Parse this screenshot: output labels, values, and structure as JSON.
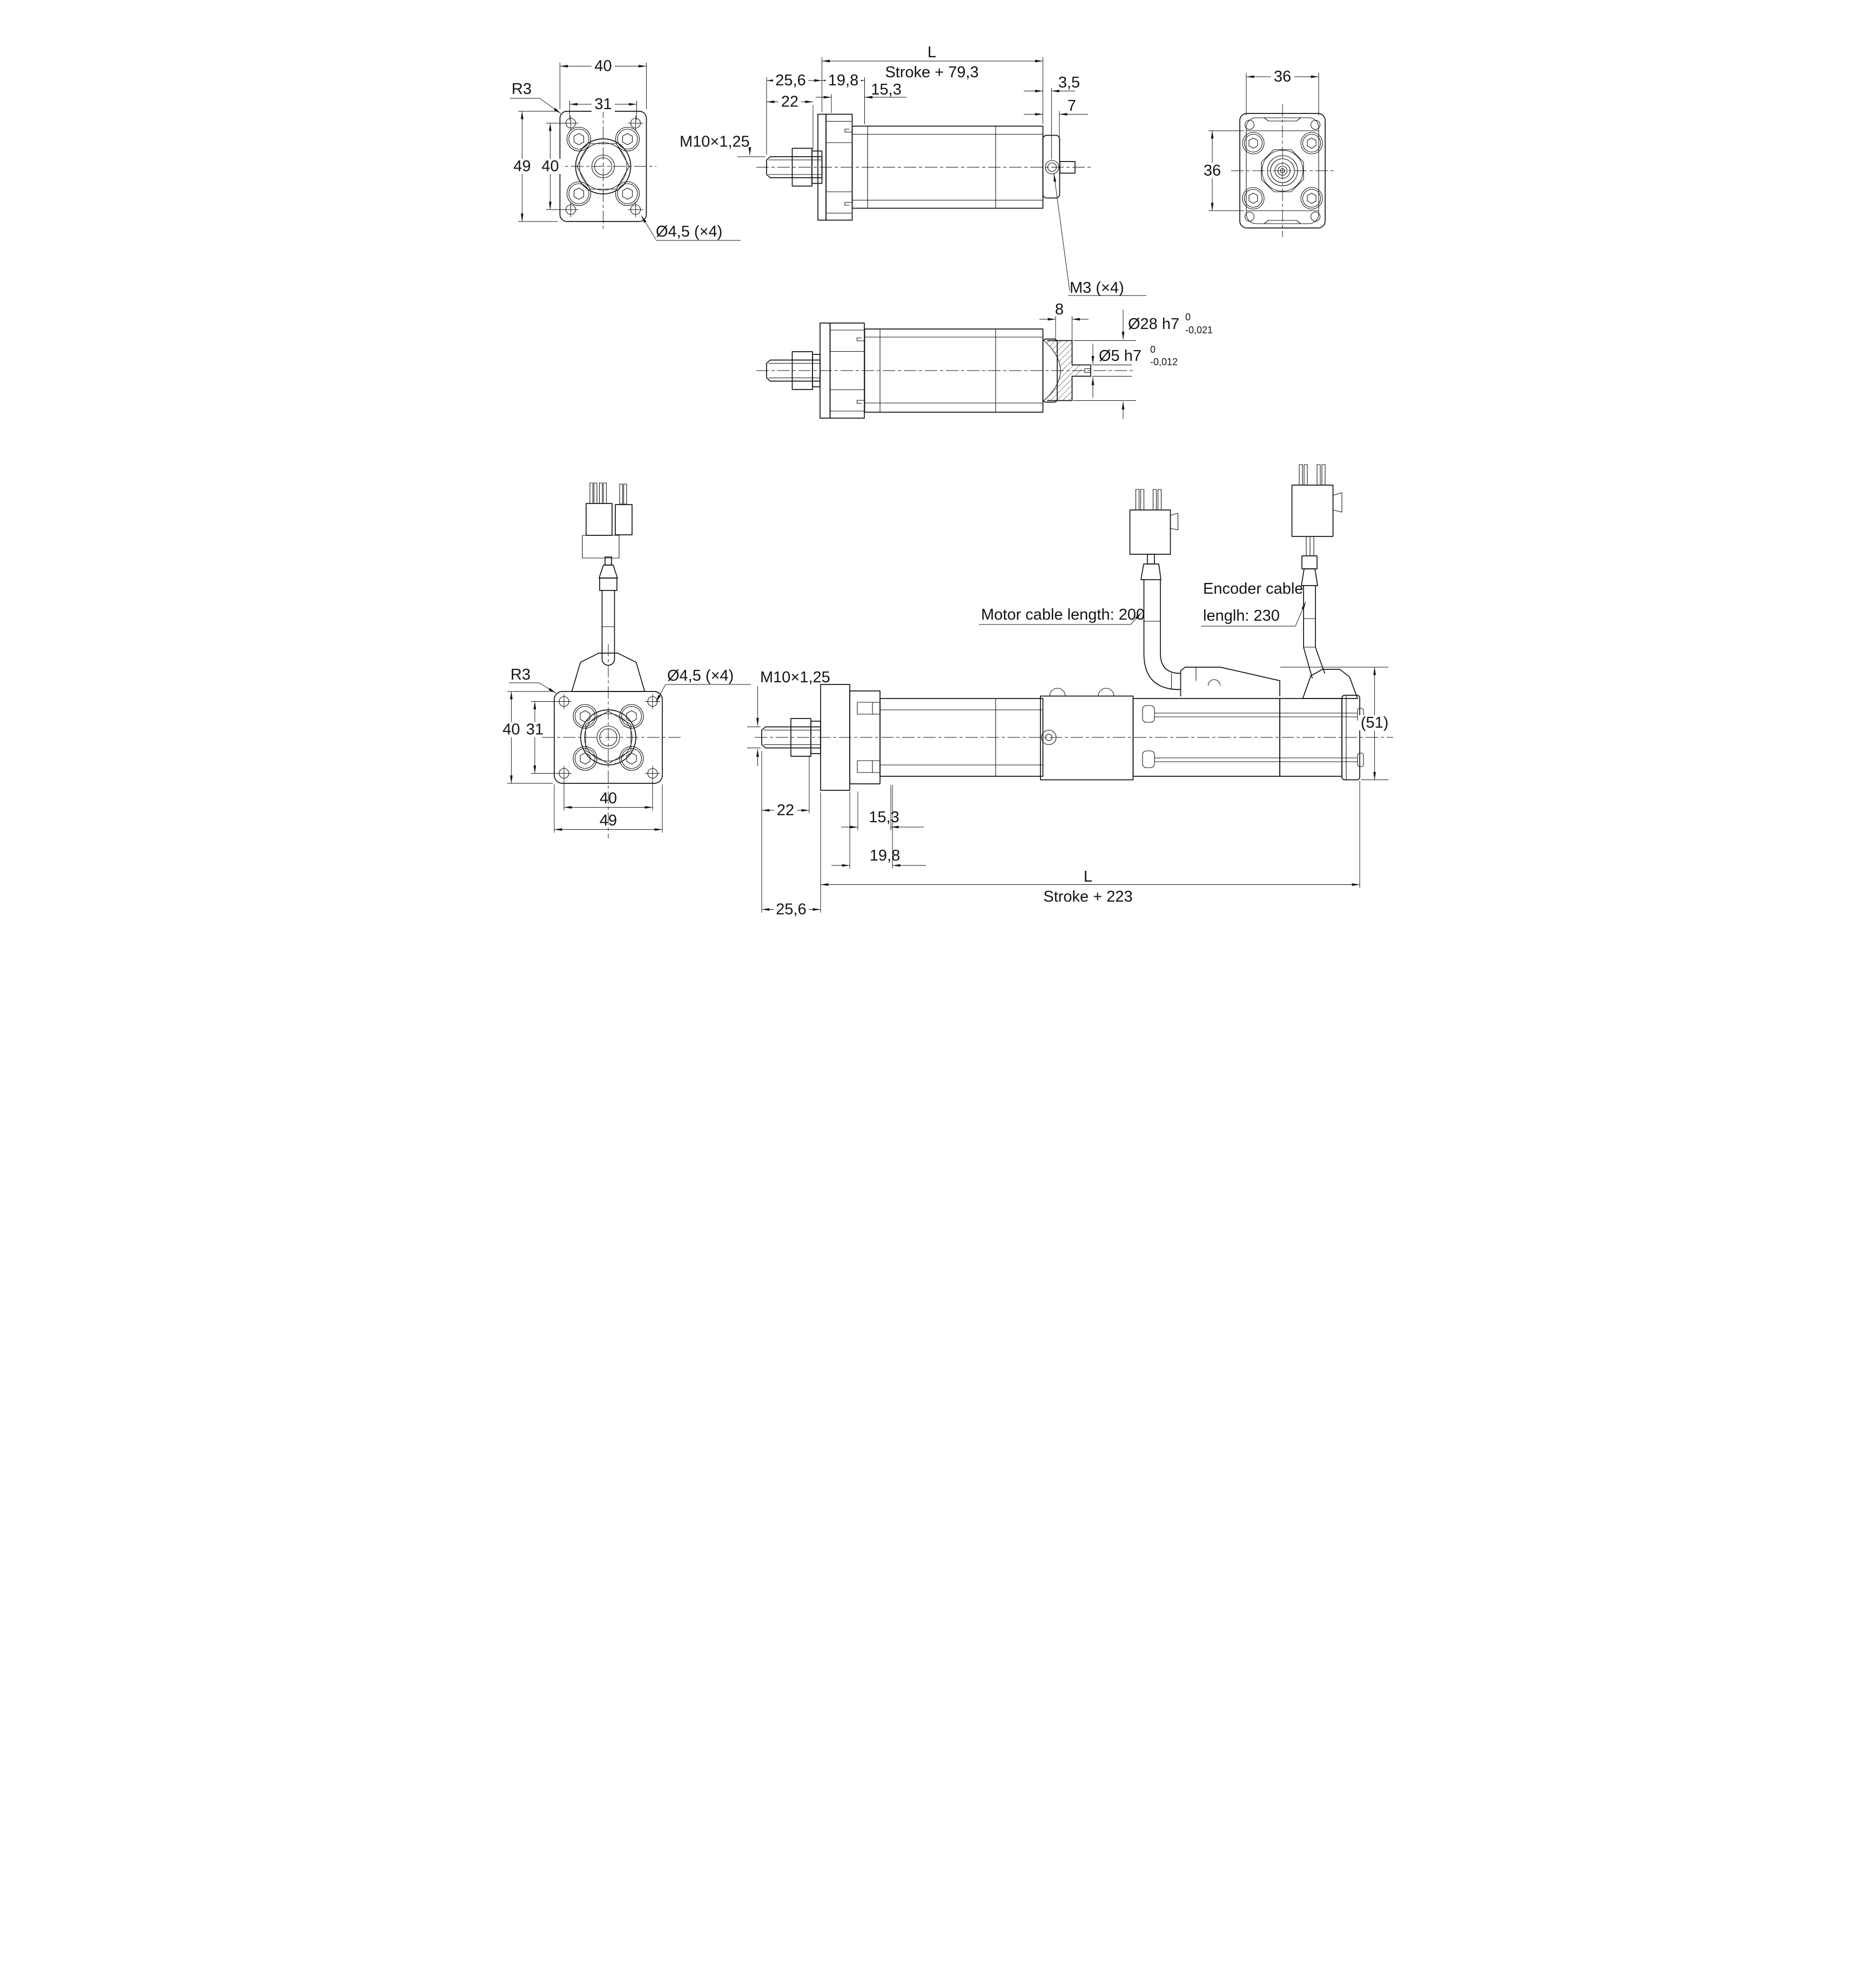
{
  "views": {
    "v1": {
      "label": "front flange view",
      "d_width": "40",
      "d_pitch_h": "31",
      "d_radius": "R3",
      "d_height": "49",
      "d_pitch_v": "40",
      "d_holes": "Ø4,5 (×4)",
      "d_thread": "M10×1,25"
    },
    "v2": {
      "label": "side view closed length",
      "d_L": "L",
      "d_L_sub": "Stroke + 79,3",
      "d_rod": "25,6",
      "d_front": "19,8",
      "d_slot": "15,3",
      "d_nut": "22",
      "d_rear_offset": "3,5",
      "d_rear_len": "7",
      "d_rear_holes": "M3 (×4)"
    },
    "v3": {
      "label": "rear view",
      "d_width": "36",
      "d_height": "36"
    },
    "v4": {
      "label": "rear shaft section view",
      "d_boss_len": "8",
      "d_boss_dia": "Ø28 h7",
      "d_boss_tol_hi": "0",
      "d_boss_tol_lo": "-0,021",
      "d_shaft_dia": "Ø5 h7",
      "d_shaft_tol_hi": "0",
      "d_shaft_tol_lo": "-0,012"
    },
    "v5": {
      "label": "front flange view with cables",
      "d_radius": "R3",
      "d_holes": "Ø4,5 (×4)",
      "d_height": "40",
      "d_pitch_v": "31",
      "d_pitch_h": "40",
      "d_width": "49"
    },
    "v6": {
      "label": "side view with motor and cables",
      "d_thread": "M10×1,25",
      "d_motor_cable": "Motor cable length: 200",
      "d_enc_cable_1": "Encoder cable",
      "d_enc_cable_2": "lenglh: 230",
      "d_height": "(51)",
      "d_nut": "22",
      "d_slot": "15,3",
      "d_front": "19,8",
      "d_L": "L",
      "d_L_sub": "Stroke + 223",
      "d_rod": "25,6"
    }
  }
}
